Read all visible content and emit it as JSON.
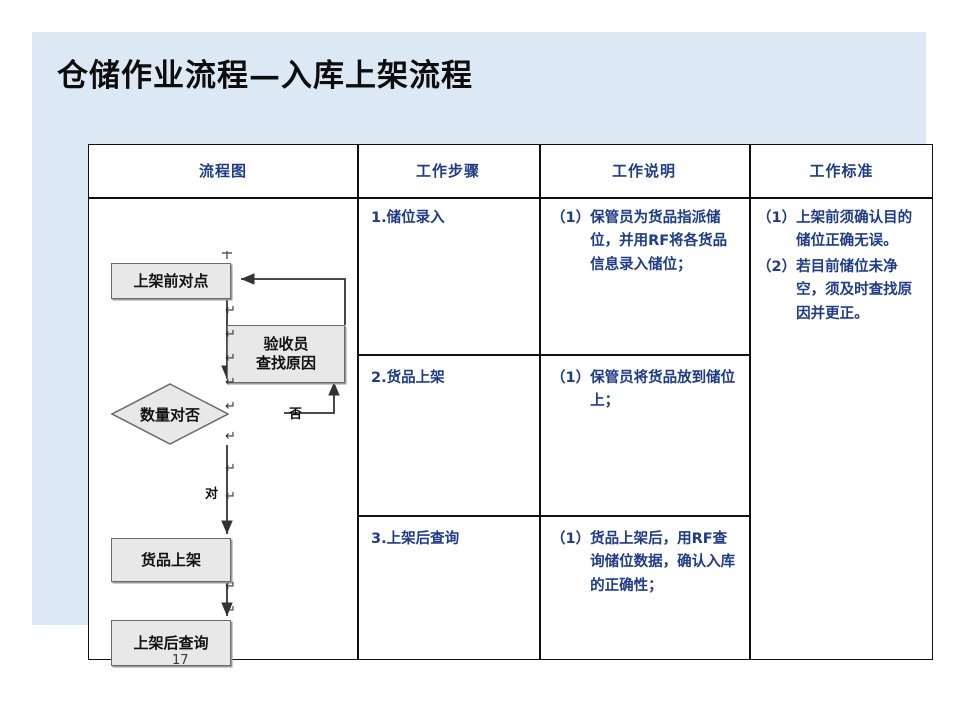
{
  "slide": {
    "title": "仓储作业流程—入库上架流程",
    "page_number": "17",
    "background_color": "#dce9f5",
    "text_color": "#1f3c86"
  },
  "table": {
    "headers": [
      {
        "key": "flowchart",
        "label": "流程图"
      },
      {
        "key": "steps",
        "label": "工作步骤"
      },
      {
        "key": "description",
        "label": "工作说明"
      },
      {
        "key": "standard",
        "label": "工作标准"
      }
    ],
    "rows": [
      {
        "step": "1.储位录入",
        "description": [
          {
            "marker": "（1）",
            "text": "保管员为货品指派储位，并用RF将各货品信息录入储位；"
          }
        ]
      },
      {
        "step": "2.货品上架",
        "description": [
          {
            "marker": "（1）",
            "text": "保管员将货品放到储位上；"
          }
        ]
      },
      {
        "step": "3.上架后查询",
        "description": [
          {
            "marker": "（1）",
            "text": "货品上架后，用RF查询储位数据，确认入库的正确性；"
          }
        ]
      }
    ],
    "standard": [
      {
        "marker": "（1）",
        "text": "上架前须确认目的储位正确无误。"
      },
      {
        "marker": "（2）",
        "text": "若目前储位未净空，须及时查找原因并更正。"
      }
    ]
  },
  "flowchart": {
    "nodes": [
      {
        "id": "check-before-putaway",
        "label": "上架前对点",
        "shape": "process"
      },
      {
        "id": "inspector-find-cause",
        "label": "验收员\n查找原因",
        "shape": "process"
      },
      {
        "id": "quantity-correct",
        "label": "数量对否",
        "shape": "decision"
      },
      {
        "id": "goods-putaway",
        "label": "货品上架",
        "shape": "process"
      },
      {
        "id": "query-after-putaway",
        "label": "上架后查询",
        "shape": "process"
      }
    ],
    "edge_labels": {
      "no": "否",
      "yes": "对"
    },
    "paragraph_mark": "↵",
    "node_fill": "#e8e8e8",
    "node_border": "#6b6b6b"
  }
}
